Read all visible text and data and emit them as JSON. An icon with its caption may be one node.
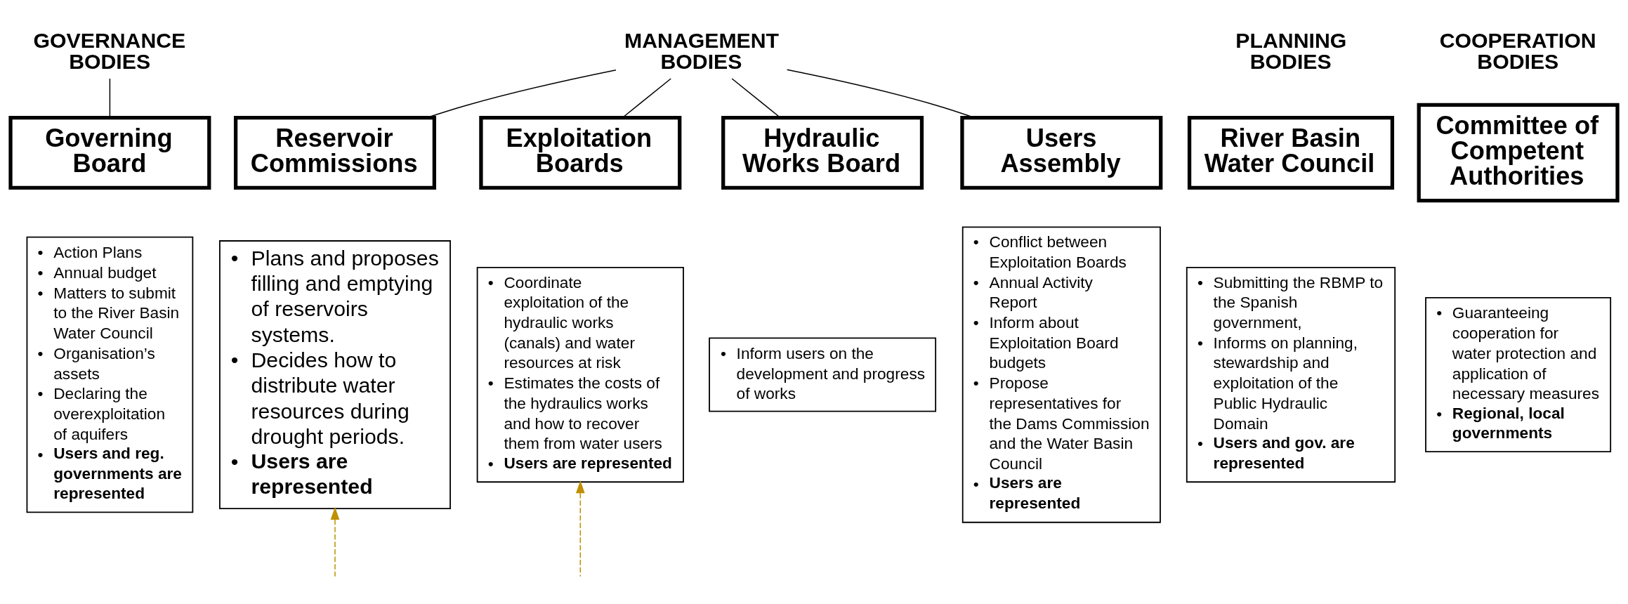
{
  "diagram": {
    "nodes": [
      {
        "text": [
          "GOVERNANCE BODIES"
        ]
      },
      {
        "text": [
          "Governing Board"
        ]
      },
      {
        "text": [
          "• Action Plans",
          "• Annual budget",
          "• Matters to submit to the River Basin Water Council",
          "• Organisation’s assets",
          "• Declaring the overexploitation of aquifers",
          "• Users and reg. governments are represented"
        ]
      },
      {
        "text": [
          "MANAGEMENT BODIES"
        ]
      },
      {
        "text": [
          "Reservoir Commissions"
        ]
      },
      {
        "text": [
          "• Plans and proposes filling and emptying of reservoirs systems.",
          "• Decides how to distribute water resources during drought periods.",
          "• Users are represented"
        ]
      },
      {
        "text": [
          "Exploitation Boards"
        ]
      },
      {
        "text": [
          "• Coordinate exploitation of the hydraulic works (canals) and water resources at risk",
          "• Estimates the costs of the hydraulics works and how to recover them from water users",
          "• Users are represented"
        ]
      },
      {
        "text": [
          "Hydraulic Works Board"
        ]
      },
      {
        "text": [
          "• Inform users on the development and progress of works"
        ]
      },
      {
        "text": [
          "Users Assembly"
        ]
      },
      {
        "text": [
          "• Conflict between Exploitation Boards",
          "• Annual Activity Report",
          "• Inform about Exploitation Board budgets",
          "• Propose representatives for the Dams Commission and the Water Basin Council",
          "• Users are represented"
        ]
      },
      {
        "text": [
          "River Basin Water Council"
        ]
      },
      {
        "text": [
          "• Submitting the RBMP to the Spanish government,",
          "• Informs on planning, stewardship and exploitation of the Public Hydraulic Domain",
          "• Users and gov. are represented"
        ]
      },
      {
        "text": [
          "Committee of Competent Authorities"
        ]
      },
      {
        "text": [
          "• Guaranteeing cooperation for water protection and application of necessary measures",
          "• Regional, local governments"
        ]
      }
    ],
    "edges": [
      {
        "from": 0,
        "to": 1,
        "arrow": "none"
      },
      {
        "from": 3,
        "to": 4,
        "arrow": "none"
      },
      {
        "from": 3,
        "to": 6,
        "arrow": "none"
      },
      {
        "from": 3,
        "to": 8,
        "arrow": "none"
      },
      {
        "from": 3,
        "to": 10,
        "arrow": "none"
      },
      {
        "from": null,
        "to": 5,
        "arrow": "to",
        "style": "dashed",
        "color": "#bf9000"
      },
      {
        "from": null,
        "to": 7,
        "arrow": "to",
        "style": "dashed",
        "color": "#bf9000"
      }
    ],
    "labels": [
      "PLANNING BODIES",
      "COOPERATION BODIES"
    ]
  }
}
